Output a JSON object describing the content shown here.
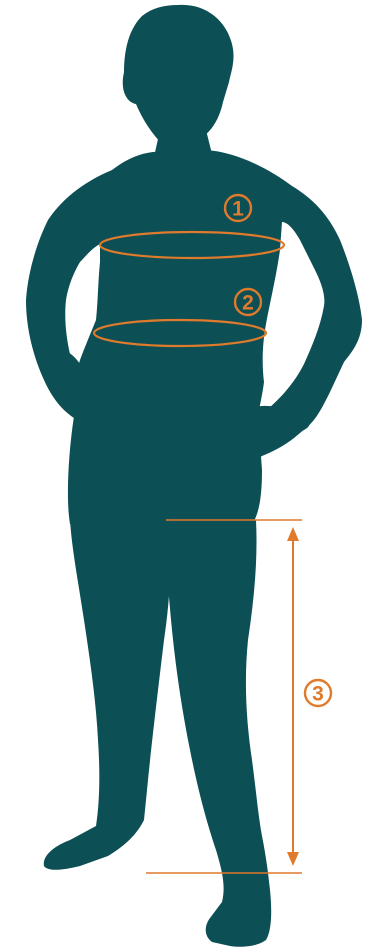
{
  "colors": {
    "silhouette": "#0c4f55",
    "accent": "#e07a2c",
    "background": "#ffffff"
  },
  "markers": [
    {
      "id": "chest",
      "number": "1"
    },
    {
      "id": "waist",
      "number": "2"
    },
    {
      "id": "inseam",
      "number": "3"
    }
  ]
}
